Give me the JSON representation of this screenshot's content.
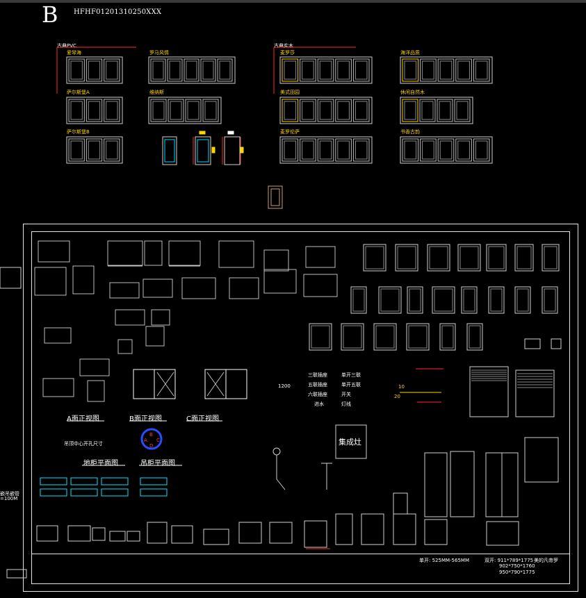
{
  "sheet": {
    "letter": "B",
    "code": "HFHF01201310250XXX"
  },
  "catalog": {
    "group_pvc": "古典PVC",
    "group_solid": "古典实木",
    "styles": [
      "爱琴海",
      "罗马风情",
      "萨尔斯堡A",
      "维纳斯",
      "萨尔斯堡B",
      "麦罗莎",
      "海洋品质",
      "美式田园",
      "休闲自然木",
      "麦罗伦萨",
      "书香古韵"
    ]
  },
  "views": {
    "a_front": "A面正视图",
    "b_front": "B面正视图",
    "c_front": "C面正视图",
    "base_plan": "地柜平面图",
    "wall_plan": "吊柜平面图",
    "wall_note": "吊顶中心开孔尺寸"
  },
  "legend": {
    "items": [
      "三联插座",
      "单开三联",
      "五联插座",
      "单开五联",
      "六联插座",
      "开关",
      "进水",
      "灯线"
    ]
  },
  "labels": {
    "integrated": "集成灶",
    "dim_1200": "1200",
    "dim_10": "10",
    "dim_20": "20"
  },
  "notes": {
    "single_open": "单开: 525MM-565MM",
    "double_open_1": "双开: 911*789*1775",
    "double_open_2": "902*750*1760",
    "double_open_3": "950*790*1775",
    "brand": "美的凡帝罗",
    "left_note_1": "嵌吊嵌管",
    "left_note_2": "=100M"
  },
  "markers": {
    "A": "A",
    "B": "B",
    "C": "C",
    "D": "D"
  }
}
